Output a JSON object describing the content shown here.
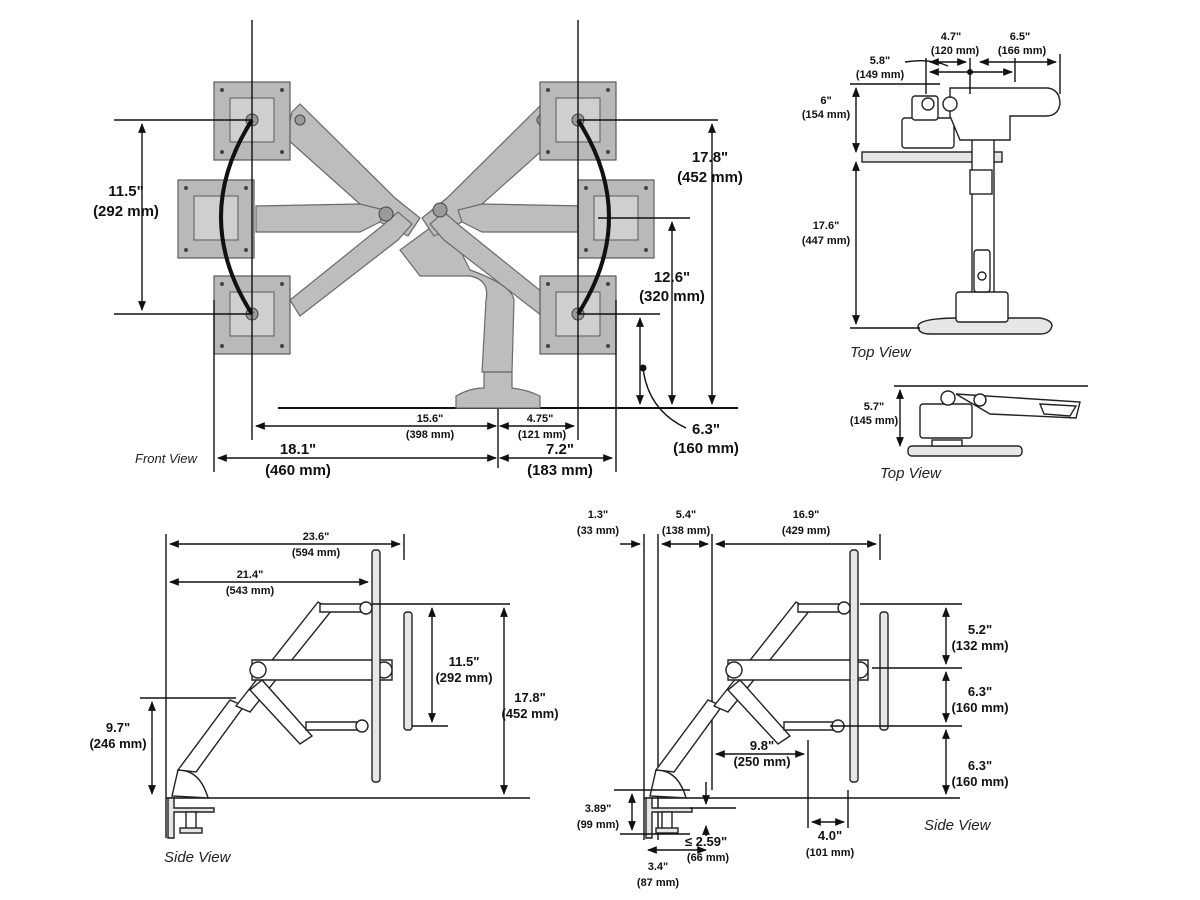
{
  "views": {
    "front": "Front View",
    "top1": "Top View",
    "top2": "Top View",
    "side1": "Side View",
    "side2": "Side View"
  },
  "front": {
    "d_11_5": {
      "in": "11.5\"",
      "mm": "(292 mm)"
    },
    "d_17_8": {
      "in": "17.8\"",
      "mm": "(452 mm)"
    },
    "d_12_6": {
      "in": "12.6\"",
      "mm": "(320 mm)"
    },
    "d_6_3": {
      "in": "6.3\"",
      "mm": "(160 mm)"
    },
    "d_15_6": {
      "in": "15.6\"",
      "mm": "(398 mm)"
    },
    "d_4_75": {
      "in": "4.75\"",
      "mm": "(121 mm)"
    },
    "d_18_1": {
      "in": "18.1\"",
      "mm": "(460 mm)"
    },
    "d_7_2": {
      "in": "7.2\"",
      "mm": "(183 mm)"
    }
  },
  "top": {
    "d_4_7": {
      "in": "4.7\"",
      "mm": "(120 mm)"
    },
    "d_6_5": {
      "in": "6.5\"",
      "mm": "(166 mm)"
    },
    "d_5_8": {
      "in": "5.8\"",
      "mm": "(149 mm)"
    },
    "d_6": {
      "in": "6\"",
      "mm": "(154 mm)"
    },
    "d_17_6": {
      "in": "17.6\"",
      "mm": "(447 mm)"
    },
    "d_5_7": {
      "in": "5.7\"",
      "mm": "(145 mm)"
    }
  },
  "side1": {
    "d_23_6": {
      "in": "23.6\"",
      "mm": "(594 mm)"
    },
    "d_21_4": {
      "in": "21.4\"",
      "mm": "(543 mm)"
    },
    "d_11_5": {
      "in": "11.5\"",
      "mm": "(292 mm)"
    },
    "d_17_8": {
      "in": "17.8\"",
      "mm": "(452 mm)"
    },
    "d_9_7": {
      "in": "9.7\"",
      "mm": "(246 mm)"
    }
  },
  "side2": {
    "d_1_3": {
      "in": "1.3\"",
      "mm": "(33 mm)"
    },
    "d_5_4": {
      "in": "5.4\"",
      "mm": "(138 mm)"
    },
    "d_16_9": {
      "in": "16.9\"",
      "mm": "(429 mm)"
    },
    "d_5_2": {
      "in": "5.2\"",
      "mm": "(132 mm)"
    },
    "d_6_3a": {
      "in": "6.3\"",
      "mm": "(160 mm)"
    },
    "d_6_3b": {
      "in": "6.3\"",
      "mm": "(160 mm)"
    },
    "d_9_8": {
      "in": "9.8\"",
      "mm": "(250 mm)"
    },
    "d_3_89": {
      "in": "3.89\"",
      "mm": "(99 mm)"
    },
    "d_2_59": {
      "in": "≤ 2.59\"",
      "mm": "(66 mm)"
    },
    "d_4_0": {
      "in": "4.0\"",
      "mm": "(101 mm)"
    },
    "d_3_4": {
      "in": "3.4\"",
      "mm": "(87 mm)"
    }
  }
}
